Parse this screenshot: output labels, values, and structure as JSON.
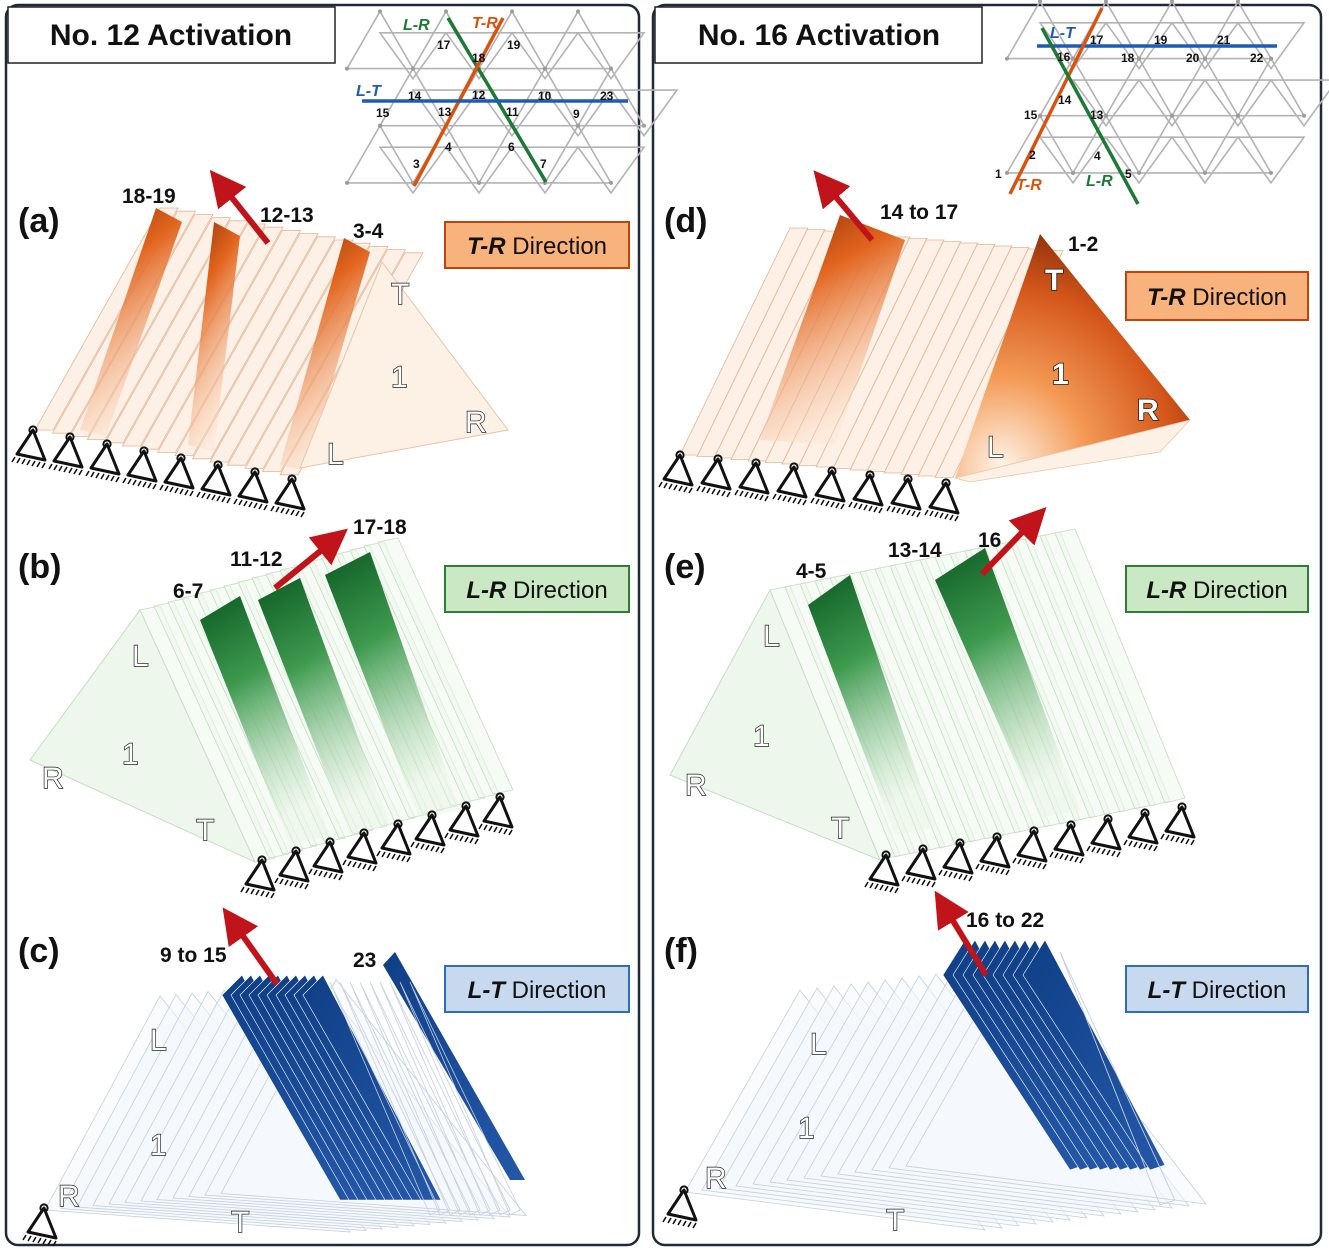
{
  "panels": [
    {
      "id": "left",
      "title": "No. 12 Activation"
    },
    {
      "id": "right",
      "title": "No. 16 Activation"
    }
  ],
  "subfigures": [
    {
      "id": "a",
      "label": "(a)",
      "direction": "T-R",
      "direction_rest": " Direction",
      "color": "#c2410c",
      "box_fill": "#f8b27b",
      "box_stroke": "#c2410c",
      "annotations": [
        "18-19",
        "12-13",
        "3-4"
      ],
      "letters": [
        "T",
        "1",
        "R",
        "L"
      ]
    },
    {
      "id": "b",
      "label": "(b)",
      "direction": "L-R",
      "direction_rest": " Direction",
      "color": "#15803d",
      "box_fill": "#c9e8c3",
      "box_stroke": "#2e7d32",
      "annotations": [
        "6-7",
        "11-12",
        "17-18"
      ],
      "letters": [
        "L",
        "1",
        "R",
        "T"
      ]
    },
    {
      "id": "c",
      "label": "(c)",
      "direction": "L-T",
      "direction_rest": " Direction",
      "color": "#1e4f9c",
      "box_fill": "#c7d9ee",
      "box_stroke": "#2f6db5",
      "annotations": [
        "9 to 15",
        "23"
      ],
      "letters": [
        "L",
        "1",
        "R",
        "T"
      ]
    },
    {
      "id": "d",
      "label": "(d)",
      "direction": "T-R",
      "direction_rest": " Direction",
      "color": "#c2410c",
      "box_fill": "#f8b27b",
      "box_stroke": "#c2410c",
      "annotations": [
        "14 to 17",
        "1-2"
      ],
      "letters": [
        "T",
        "1",
        "R",
        "L"
      ]
    },
    {
      "id": "e",
      "label": "(e)",
      "direction": "L-R",
      "direction_rest": " Direction",
      "color": "#15803d",
      "box_fill": "#c9e8c3",
      "box_stroke": "#2e7d32",
      "annotations": [
        "4-5",
        "13-14",
        "16"
      ],
      "letters": [
        "L",
        "1",
        "R",
        "T"
      ]
    },
    {
      "id": "f",
      "label": "(f)",
      "direction": "L-T",
      "direction_rest": " Direction",
      "color": "#1e4f9c",
      "box_fill": "#c7d9ee",
      "box_stroke": "#2f6db5",
      "annotations": [
        "16 to 22"
      ],
      "letters": [
        "L",
        "1",
        "R",
        "T"
      ]
    }
  ],
  "lattice_left": {
    "axis_labels": [
      "L-R",
      "T-R",
      "L-T"
    ],
    "numbers": [
      "17",
      "18",
      "19",
      "14",
      "12",
      "10",
      "23",
      "15",
      "13",
      "11",
      "9",
      "3",
      "4",
      "6",
      "7"
    ]
  },
  "lattice_right": {
    "axis_labels": [
      "L-T",
      "T-R",
      "L-R"
    ],
    "numbers": [
      "16",
      "17",
      "19",
      "21",
      "18",
      "20",
      "22",
      "14",
      "15",
      "13",
      "2",
      "4",
      "1",
      "5"
    ]
  },
  "colors": {
    "orange": "#d9530f",
    "green": "#1b7a34",
    "blue": "#1d5bb8",
    "arrow": "#c0141a"
  }
}
